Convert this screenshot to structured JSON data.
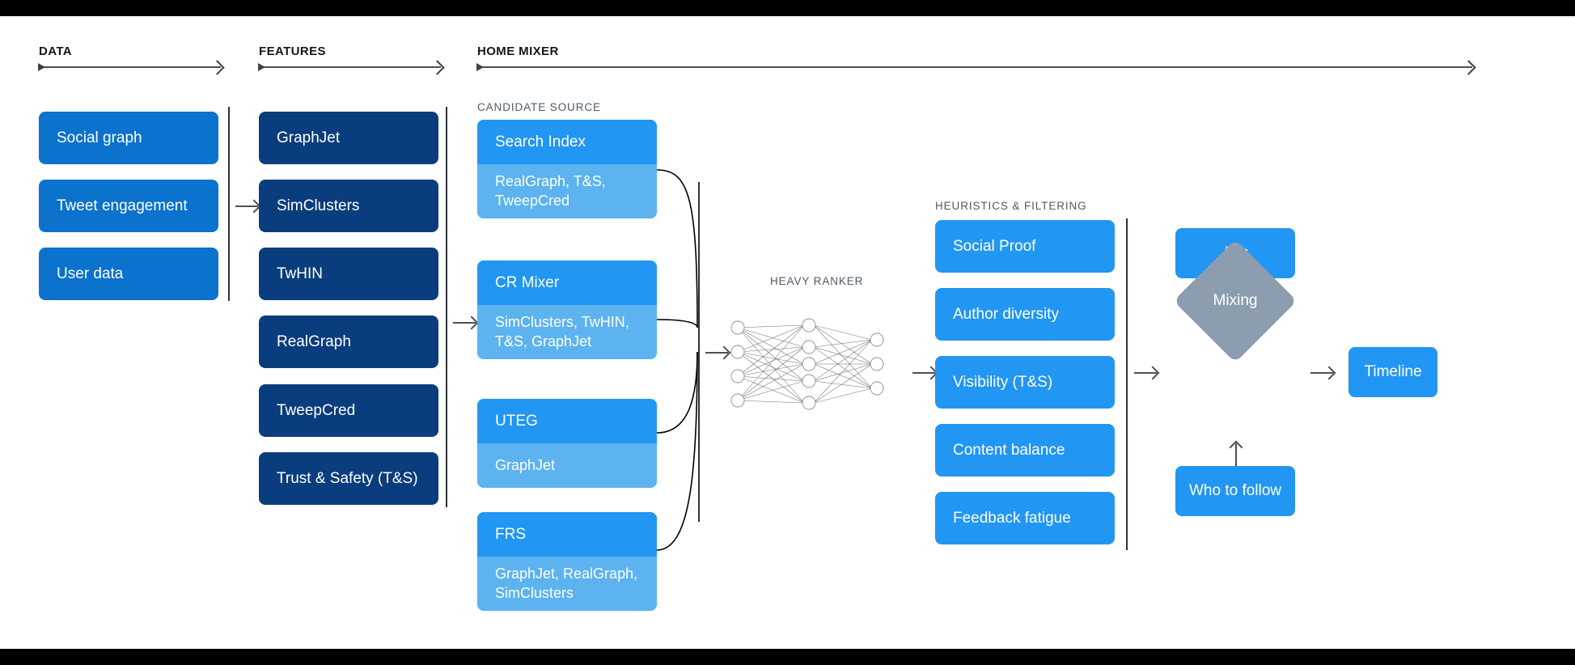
{
  "sections": {
    "data": {
      "label": "DATA"
    },
    "features": {
      "label": "FEATURES"
    },
    "home_mixer": {
      "label": "HOME MIXER"
    }
  },
  "stage_labels": {
    "candidate_source": "CANDIDATE SOURCE",
    "heavy_ranker": "HEAVY RANKER",
    "heuristics": "HEURISTICS & FILTERING"
  },
  "data_column": {
    "items": [
      {
        "label": "Social graph"
      },
      {
        "label": "Tweet engagement"
      },
      {
        "label": "User data"
      }
    ]
  },
  "features_column": {
    "items": [
      {
        "label": "GraphJet"
      },
      {
        "label": "SimClusters"
      },
      {
        "label": "TwHIN"
      },
      {
        "label": "RealGraph"
      },
      {
        "label": "TweepCred"
      },
      {
        "label": "Trust & Safety (T&S)"
      }
    ]
  },
  "candidate_sources": {
    "cards": [
      {
        "title": "Search Index",
        "features": "RealGraph, T&S,\nTweepCred"
      },
      {
        "title": "CR Mixer",
        "features": "SimClusters, TwHIN,\nT&S, GraphJet"
      },
      {
        "title": "UTEG",
        "features": "GraphJet"
      },
      {
        "title": "FRS",
        "features": "GraphJet, RealGraph,\nSimClusters"
      }
    ]
  },
  "heavy_ranker": {
    "layers": [
      4,
      5,
      3
    ]
  },
  "heuristics_column": {
    "items": [
      {
        "label": "Social Proof"
      },
      {
        "label": "Author diversity"
      },
      {
        "label": "Visibility (T&S)"
      },
      {
        "label": "Content balance"
      },
      {
        "label": "Feedback fatigue"
      }
    ]
  },
  "mixing": {
    "ads_label": "Ads",
    "mixing_label": "Mixing",
    "who_to_follow_label": "Who to follow",
    "timeline_label": "Timeline"
  },
  "colors": {
    "data_blue": "#0b72cd",
    "features_navy": "#0a3d7d",
    "bright_blue": "#2196f3",
    "light_blue": "#5cb3f0",
    "mixing_gray": "#8b9dae",
    "line_gray": "#4b5058",
    "caps_gray": "#4e5a66",
    "background": "#ffffff"
  }
}
